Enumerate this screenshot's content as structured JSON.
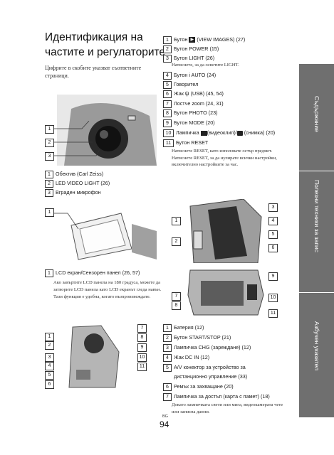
{
  "header": {
    "title_line1": "Идентификация на",
    "title_line2": "частите и регулаторите",
    "subtitle": "Цифрите в скобите указват съответните страници."
  },
  "photo1": {
    "callouts": [
      "1",
      "2",
      "3"
    ],
    "legend": [
      {
        "num": "1",
        "text": "Обектив (Carl Zeiss)"
      },
      {
        "num": "2",
        "text": "LED VIDEO LIGHT (26)"
      },
      {
        "num": "3",
        "text": "Вграден микрофон"
      }
    ]
  },
  "photo2": {
    "callouts": [
      "1"
    ],
    "legend_num": "1",
    "legend_text": "LCD екран/Сензорен панел (26, 57)",
    "note": "Ако завъртите LCD панела на 180 градуса, можете да затворите LCD панела като LCD екранът гледа навън. Тази функция е удобна, когато възпроизвеждате."
  },
  "photo3": {
    "callouts_left": [
      "1",
      "2",
      "3",
      "4",
      "5",
      "6"
    ],
    "callouts_right": [
      "7",
      "8",
      "9",
      "10",
      "11"
    ]
  },
  "right_list1": [
    {
      "num": "1",
      "text": "Бутон",
      "icon": "play-icon",
      "after": "(VIEW IMAGES) (27)"
    },
    {
      "num": "2",
      "text": "Бутон POWER (15)"
    },
    {
      "num": "3",
      "text": "Бутон LIGHT (26)",
      "sub": "Натиснете, за да осветите LIGHT."
    },
    {
      "num": "4",
      "text": "Бутон i AUTO (24)"
    },
    {
      "num": "5",
      "text": "Говорител"
    },
    {
      "num": "6",
      "text": "Жак",
      "icon": "usb-icon",
      "after": "(USB) (45, 54)"
    },
    {
      "num": "7",
      "text": "Лостче zoom (24, 31)"
    },
    {
      "num": "8",
      "text": "Бутон PHOTO (23)"
    },
    {
      "num": "9",
      "text": "Бутон MODE (20)"
    },
    {
      "num": "10",
      "text": "Лампичка",
      "icon": "film-icon",
      "after": "(видеоклип)/",
      "icon2": "camera-icon",
      "after2": "(снимка) (20)"
    },
    {
      "num": "11",
      "text": "Бутон RESET",
      "sub": "Натиснете RESET, като използвате остър предмет. Натиснете RESET, за да нулирате всички настройки, включително настройките за час."
    }
  ],
  "photo4": {
    "callouts_left": [
      "1",
      "2"
    ],
    "callouts_right": [
      "3",
      "4",
      "5",
      "6"
    ]
  },
  "photo5": {
    "callouts_left": [
      "7",
      "8"
    ],
    "callouts_right": [
      "9",
      "10",
      "11"
    ]
  },
  "right_list2": [
    {
      "num": "1",
      "text": "Батерия (12)"
    },
    {
      "num": "2",
      "text": "Бутон START/STOP (21)"
    },
    {
      "num": "3",
      "text": "Лампичка CHG (зареждане) (12)"
    },
    {
      "num": "4",
      "text": "Жак DC IN (12)"
    },
    {
      "num": "5",
      "text": "A/V конектор за устройство за"
    },
    {
      "num": "",
      "text": "дистанционно управление (33)"
    },
    {
      "num": "6",
      "text": "Ремък за захващане (20)"
    },
    {
      "num": "7",
      "text": "Лампичка за достъп (карта с памет) (18)",
      "sub": "Докато лампичката свети или мига, видеокамерата чете или записва данни."
    }
  ],
  "tabs": [
    "Съдържание",
    "Полезни техники за запис",
    "Азбучен указател"
  ],
  "footer": {
    "lang": "BG",
    "page": "94"
  },
  "colors": {
    "tab_bg": "#6f6f6f",
    "tab_border": "#ffffff"
  }
}
